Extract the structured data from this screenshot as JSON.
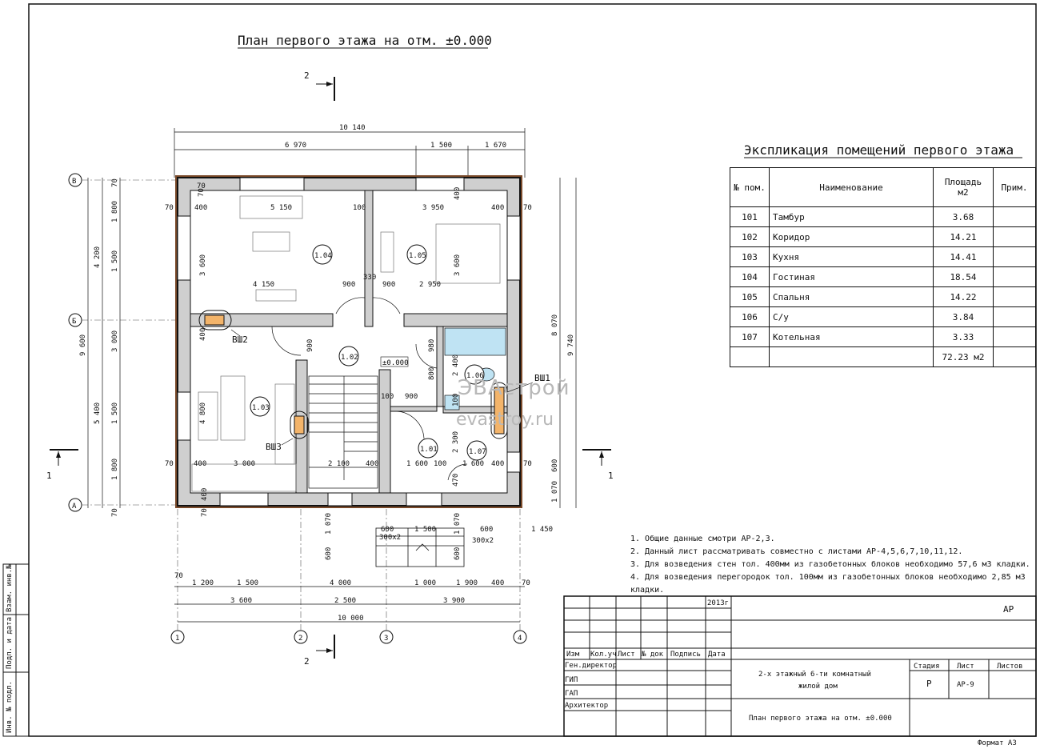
{
  "title": "План первого этажа на отм. ±0.000",
  "explication": {
    "title": "Экспликация помещений первого этажа",
    "headers": [
      "№ пом.",
      "Наименование",
      "Площадь м2",
      "Прим."
    ],
    "rows": [
      [
        "101",
        "Тамбур",
        "3.68",
        ""
      ],
      [
        "102",
        "Коридор",
        "14.21",
        ""
      ],
      [
        "103",
        "Кухня",
        "14.41",
        ""
      ],
      [
        "104",
        "Гостиная",
        "18.54",
        ""
      ],
      [
        "105",
        "Спальня",
        "14.22",
        ""
      ],
      [
        "106",
        "С/у",
        "3.84",
        ""
      ],
      [
        "107",
        "Котельная",
        "3.33",
        ""
      ]
    ],
    "total": "72.23 м2"
  },
  "notes": [
    "1. Общие данные смотри АР-2,3.",
    "2. Данный лист рассматривать совместно с листами АР-4,5,6,7,10,11,12.",
    "3. Для возведения стен тол. 400мм из газобетонных блоков необходимо 57,6 м3 кладки.",
    "4. Для возведения перегородок тол. 100мм из газобетонных блоков необходимо 2,85 м3 кладки."
  ],
  "rooms": [
    "1.01",
    "1.02",
    "1.03",
    "1.04",
    "1.05",
    "1.06",
    "1.07"
  ],
  "level_mark": "±0.000",
  "shafts": [
    "ВШ1",
    "ВШ2",
    "ВШ3"
  ],
  "section_marks": [
    "1",
    "2"
  ],
  "axes_letters": [
    "А",
    "Б",
    "В"
  ],
  "axes_numbers": [
    "1",
    "2",
    "3",
    "4"
  ],
  "dims_top": {
    "overall": "10 140",
    "row2": [
      "6 970",
      "1 500",
      "1 670"
    ],
    "inner_left": [
      "70",
      "400",
      "5 150",
      "100"
    ],
    "inner_right": [
      "3 950",
      "400",
      "70"
    ],
    "mid": [
      "4 150",
      "900",
      "330",
      "900",
      "2 950"
    ],
    "bottom_inner": [
      "70",
      "400",
      "3 000",
      "2 100",
      "400",
      "1 600",
      "100",
      "1 600",
      "400",
      "70"
    ],
    "misc": [
      "70",
      "70",
      "400",
      "900",
      "980",
      "800",
      "2 400",
      "100",
      "900",
      "100",
      "2 300",
      "470",
      "400"
    ]
  },
  "dims_bottom": {
    "porch": [
      "600",
      "1 500",
      "600",
      "300x2",
      "300x2",
      "1 070",
      "1 070",
      "600",
      "600",
      "1 450"
    ],
    "row1": [
      "70",
      "1 200",
      "1 500",
      "4 000",
      "1 000",
      "1 900",
      "400",
      "70"
    ],
    "row2": [
      "3 600",
      "2 500",
      "3 900"
    ],
    "overall": "10 000"
  },
  "dims_left": {
    "overall": "9 600",
    "row2": [
      "4 200",
      "5 400"
    ],
    "row3": [
      "70",
      "1 800",
      "1 500",
      "3 000",
      "1 500",
      "1 800",
      "70"
    ],
    "inner": [
      "3 600",
      "400",
      "4 800"
    ]
  },
  "dims_right": {
    "overall": "9 740",
    "row2": [
      "8 070",
      "1 070"
    ],
    "inner": [
      "400",
      "3 600",
      "600"
    ]
  },
  "stamp": {
    "code": "АР",
    "year": "2013г",
    "cols": [
      "Изм",
      "Кол.уч",
      "Лист",
      "№ док",
      "Подпись",
      "Дата"
    ],
    "roles": [
      "Ген.директор",
      "ГИП",
      "ГАП",
      "Архитектор"
    ],
    "project_line1": "2-х этажный 6-ти комнатный",
    "project_line2": "жилой дом",
    "sheet_title": "План первого этажа на отм. ±0.000",
    "stage_label": "Стадия",
    "sheet_label": "Лист",
    "sheets_label": "Листов",
    "stage": "Р",
    "sheet": "АР-9",
    "format": "Формат А3"
  },
  "side_stamp": [
    "Взам. инв.№",
    "Подп. и дата",
    "Инв. № подл."
  ],
  "watermark": [
    "ЭВАстрой",
    "evastroy.ru"
  ]
}
